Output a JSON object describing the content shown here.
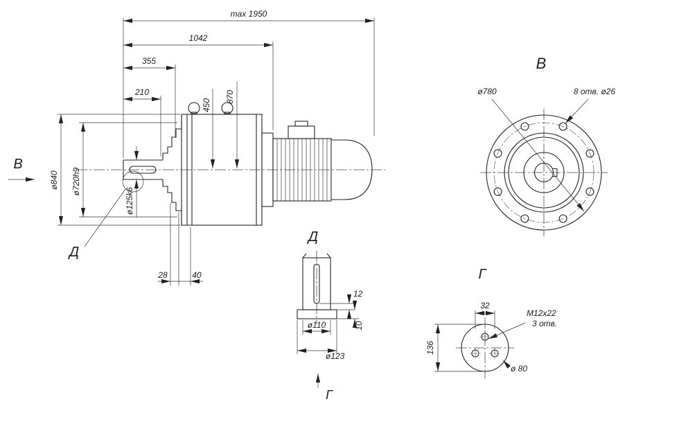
{
  "main": {
    "dims": {
      "max_len": "max 1950",
      "l1042": "1042",
      "l355": "355",
      "l210": "210",
      "h450": "450",
      "h870": "870",
      "d840": "ø840",
      "d720": "ø720h9",
      "d125": "ø125k6",
      "k28": "28",
      "k40": "40"
    },
    "view_b_arrow": "В",
    "detail_d_label": "Д"
  },
  "view_b": {
    "title": "В",
    "d780": "ø780",
    "holes": "8 отв. ø26"
  },
  "detail_d": {
    "title": "Д",
    "t12": "12",
    "t10": "10",
    "d110": "ø110",
    "d123": "ø123",
    "view_g_arrow": "Г"
  },
  "view_g": {
    "title": "Г",
    "w32": "32",
    "h136": "136",
    "thread": "M12x22",
    "holes": "3 отв.",
    "d80": "ø 80"
  }
}
